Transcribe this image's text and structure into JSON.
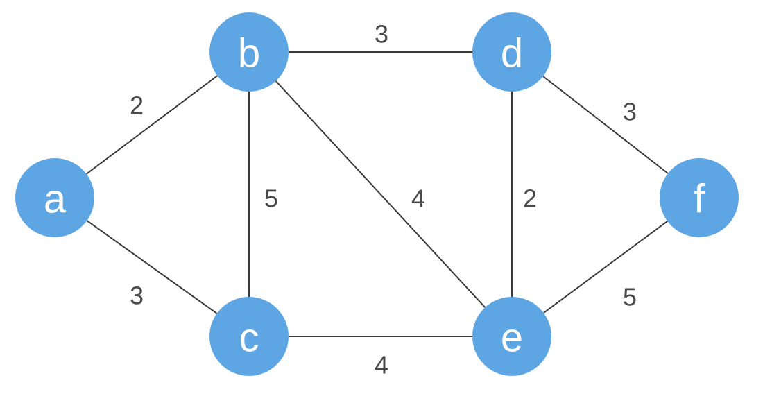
{
  "colors": {
    "node_fill": "#5ea6e3",
    "node_text": "#ffffff",
    "edge": "#3a3a3a",
    "weight_text": "#4a4a4a"
  },
  "nodes": [
    {
      "id": "a",
      "label": "a"
    },
    {
      "id": "b",
      "label": "b"
    },
    {
      "id": "c",
      "label": "c"
    },
    {
      "id": "d",
      "label": "d"
    },
    {
      "id": "e",
      "label": "e"
    },
    {
      "id": "f",
      "label": "f"
    }
  ],
  "edges": [
    {
      "from": "a",
      "to": "b",
      "weight": "2"
    },
    {
      "from": "a",
      "to": "c",
      "weight": "3"
    },
    {
      "from": "b",
      "to": "c",
      "weight": "5"
    },
    {
      "from": "b",
      "to": "d",
      "weight": "3"
    },
    {
      "from": "b",
      "to": "e",
      "weight": "4"
    },
    {
      "from": "c",
      "to": "e",
      "weight": "4"
    },
    {
      "from": "d",
      "to": "e",
      "weight": "2"
    },
    {
      "from": "d",
      "to": "f",
      "weight": "3"
    },
    {
      "from": "e",
      "to": "f",
      "weight": "5"
    }
  ]
}
